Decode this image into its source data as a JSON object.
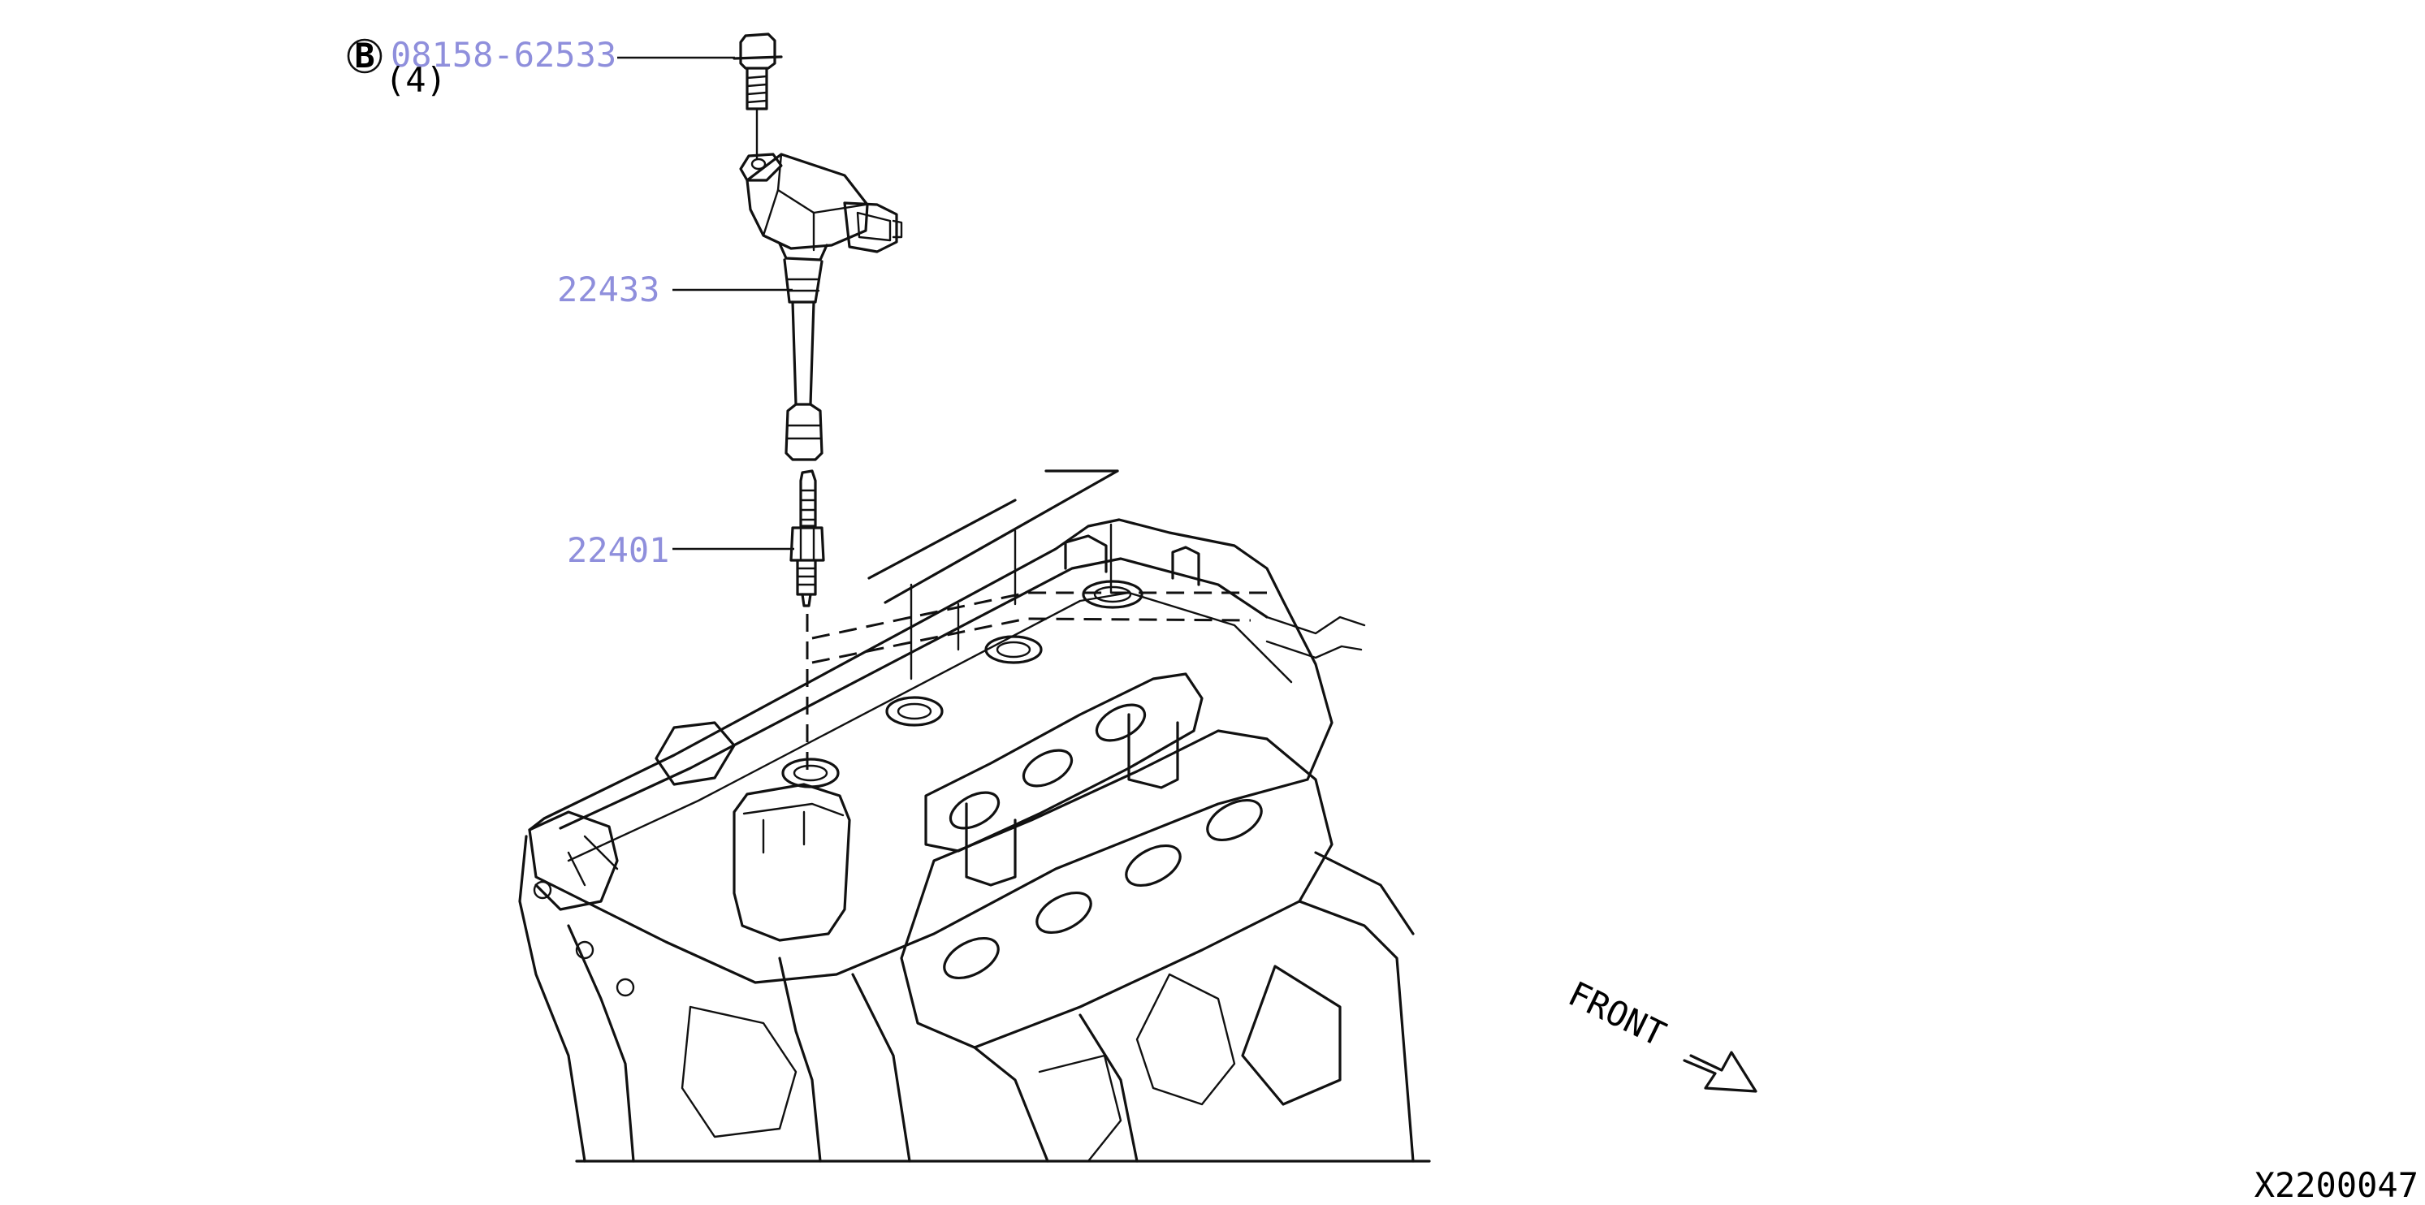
{
  "colors": {
    "part_number": "#8f8fdc",
    "line_art": "#111111",
    "background": "#ffffff"
  },
  "callouts": {
    "bolt": {
      "marker": "B",
      "part_number": "08158-62533",
      "quantity": "(4)"
    },
    "ignition_coil": {
      "part_number": "22433"
    },
    "spark_plug": {
      "part_number": "22401"
    }
  },
  "front_indicator": {
    "label": "FRONT",
    "icon": "arrow-icon"
  },
  "diagram_id": "X2200047"
}
